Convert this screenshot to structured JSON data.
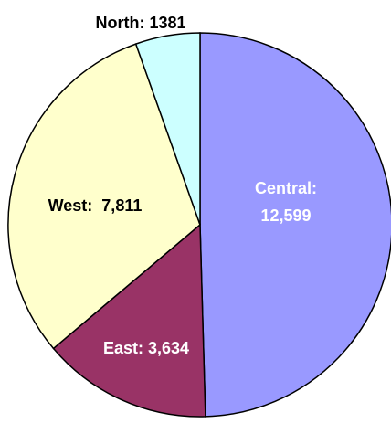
{
  "chart_data": {
    "type": "pie",
    "title": "",
    "slices": [
      {
        "label_lines": [
          "Central:",
          "12,599"
        ],
        "value": 12599,
        "color": "#9999ff",
        "label_color": "#ffffff"
      },
      {
        "label_lines": [
          "East: 3,634"
        ],
        "value": 3634,
        "color": "#993366",
        "label_color": "#ffffff"
      },
      {
        "label_lines": [
          "West:  7,811"
        ],
        "value": 7811,
        "color": "#ffffcc",
        "label_color": "#000000"
      },
      {
        "label_lines": [
          "North: 1381"
        ],
        "value": 1381,
        "color": "#ccffff",
        "label_color": "#000000"
      }
    ],
    "start": "top",
    "direction": "clockwise",
    "stroke_color": "#000000"
  }
}
